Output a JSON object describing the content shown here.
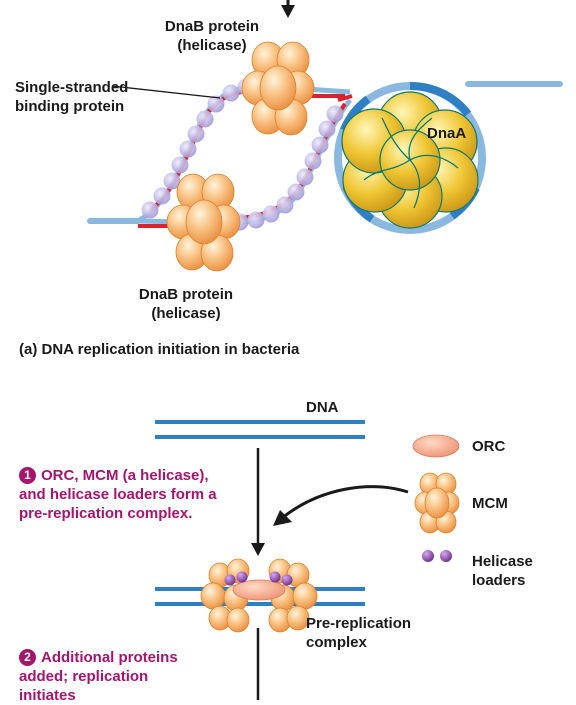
{
  "panel_a": {
    "dnab_top": [
      "DnaB protein",
      "(helicase)"
    ],
    "ssb": [
      "Single-stranded",
      "binding protein"
    ],
    "dnaa": "DnaA",
    "dnab_bottom": [
      "DnaB protein",
      "(helicase)"
    ],
    "caption_prefix": "(a)",
    "caption": "DNA replication initiation in bacteria"
  },
  "panel_b": {
    "dna": "DNA",
    "legend": {
      "orc": "ORC",
      "mcm": "MCM",
      "loaders": [
        "Helicase",
        "loaders"
      ]
    },
    "step1": {
      "number": "1",
      "lines": [
        "ORC, MCM (a helicase),",
        "and helicase loaders form a",
        "pre-replication complex."
      ]
    },
    "complex": [
      "Pre-replication",
      "complex"
    ],
    "step2": {
      "number": "2",
      "lines": [
        "Additional proteins",
        "added; replication",
        "initiates"
      ]
    }
  },
  "colors": {
    "dna_blue": "#2f7fc4",
    "dna_light": "#8ab8de",
    "primer_red": "#d9232e",
    "ssb_purple": "#a8a2d8",
    "helicase_orange": "#f7b06a",
    "dnaa_gold": "#e8b82a",
    "step_magenta": "#a4156d",
    "orc_salmon": "#f2a48a",
    "loader_purple": "#7a3e9c"
  }
}
